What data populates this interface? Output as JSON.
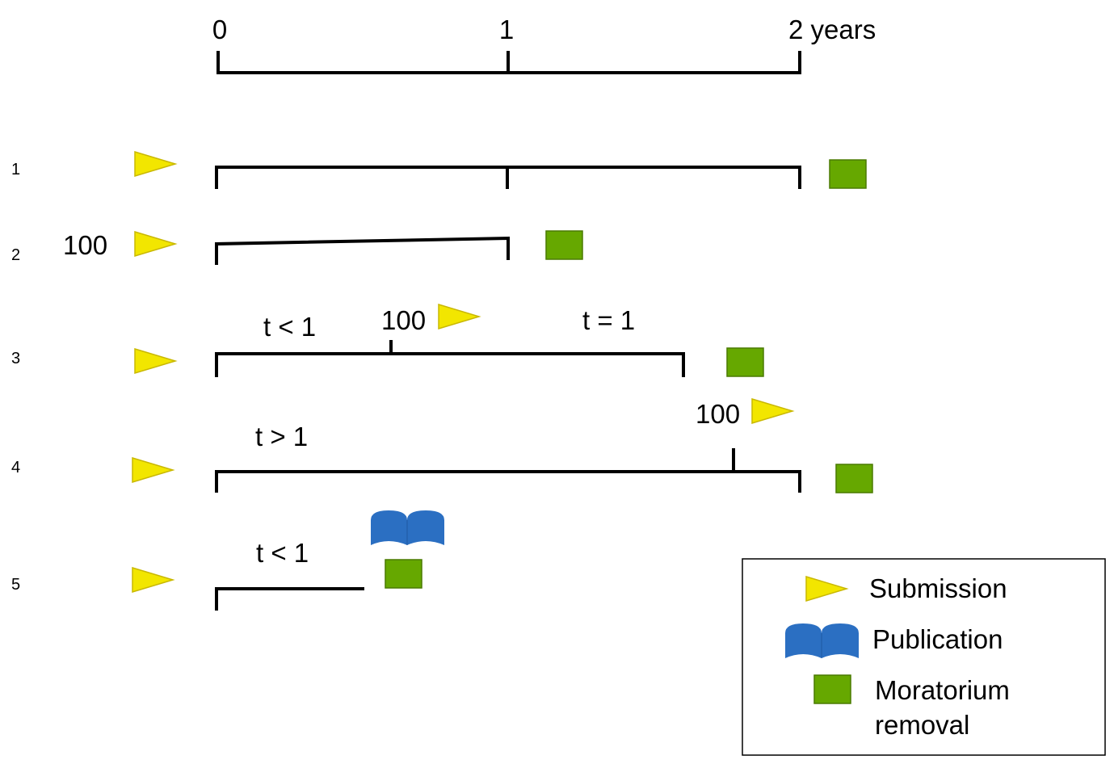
{
  "axis": {
    "tick_labels": [
      "0",
      "1",
      "2 years"
    ]
  },
  "rows": [
    {
      "number": "1"
    },
    {
      "number": "2",
      "start_label": "100"
    },
    {
      "number": "3",
      "left_label": "t < 1",
      "mid_label": "100",
      "right_label": "t = 1"
    },
    {
      "number": "4",
      "left_label": "t > 1",
      "mid_label": "100"
    },
    {
      "number": "5",
      "left_label": "t < 1"
    }
  ],
  "legend": {
    "submission": "Submission",
    "publication": "Publication",
    "moratorium_line1": "Moratorium",
    "moratorium_line2": "removal"
  },
  "colors": {
    "submission": "#f2e600",
    "submission_stroke": "#c9b800",
    "publication": "#2b6fc2",
    "moratorium": "#66a800",
    "moratorium_stroke": "#4a7a00"
  }
}
